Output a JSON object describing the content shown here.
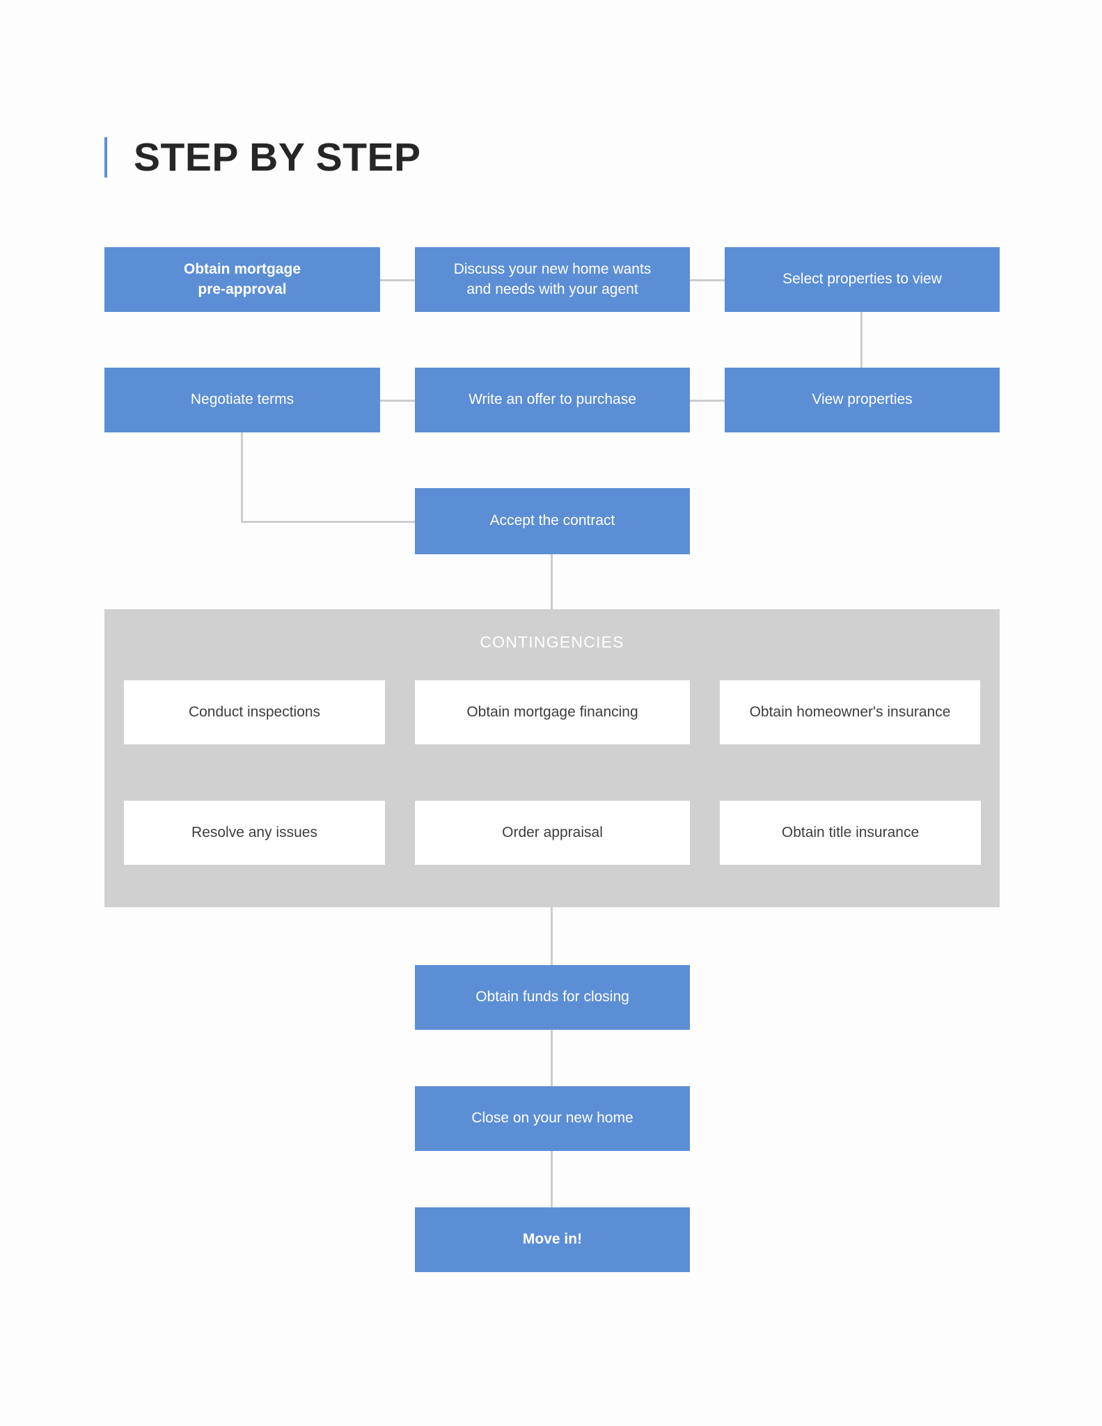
{
  "page": {
    "title": "STEP BY STEP",
    "accent_color": "#5b8ed5",
    "panel_color": "#d0d0d0",
    "connector_color": "#cdcdcd",
    "box_text_color": "#ffffff",
    "white_box_text_color": "#3d3d3d"
  },
  "flow": {
    "row1": [
      {
        "label": "Obtain mortgage\npre-approval",
        "bold": true
      },
      {
        "label": "Discuss your new home wants\nand needs with your agent",
        "bold": false
      },
      {
        "label": "Select properties to view",
        "bold": false
      }
    ],
    "row2": [
      {
        "label": "Negotiate terms",
        "bold": false
      },
      {
        "label": "Write an offer to purchase",
        "bold": false
      },
      {
        "label": "View properties",
        "bold": false
      }
    ],
    "accept": {
      "label": "Accept the contract",
      "bold": false
    },
    "tail": [
      {
        "label": "Obtain funds for closing",
        "bold": false
      },
      {
        "label": "Close on your new home",
        "bold": false
      },
      {
        "label": "Move in!",
        "bold": true
      }
    ]
  },
  "contingencies": {
    "heading": "CONTINGENCIES",
    "items": [
      "Conduct inspections",
      "Obtain mortgage financing",
      "Obtain homeowner's insurance",
      "Resolve any issues",
      "Order appraisal",
      "Obtain title insurance"
    ]
  }
}
